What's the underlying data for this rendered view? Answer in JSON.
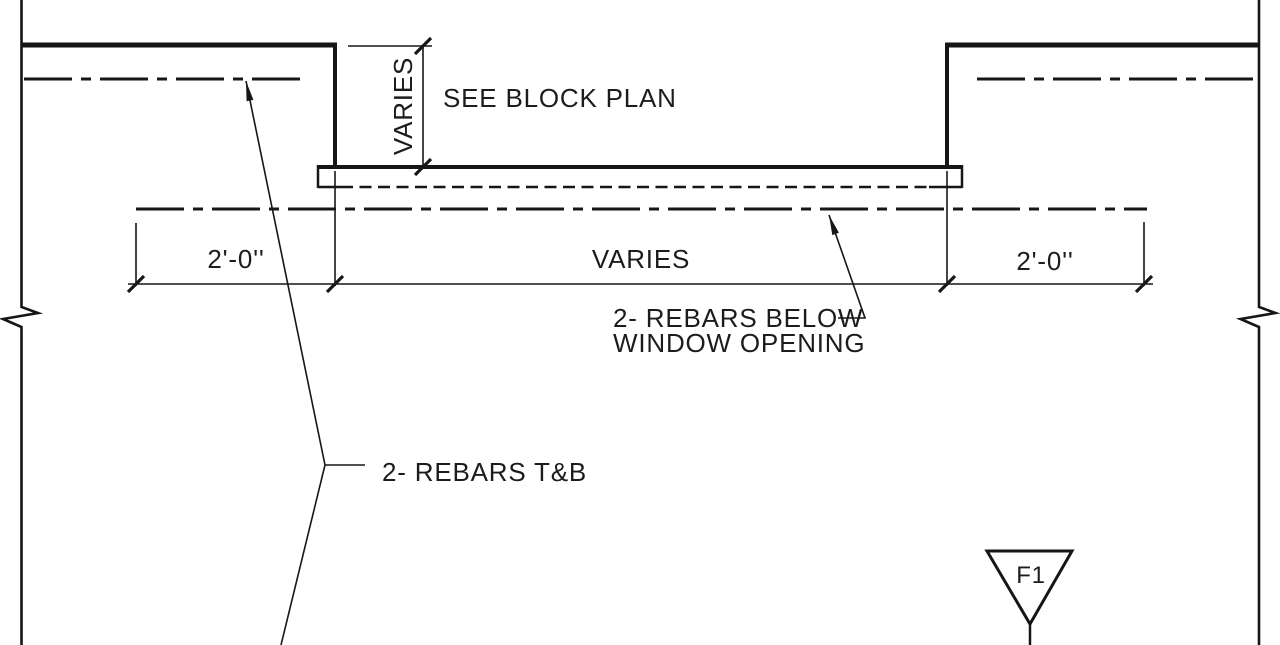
{
  "drawing": {
    "notes": {
      "see_block_plan": "SEE BLOCK PLAN",
      "rebars_below_line1": "2- REBARS BELOW",
      "rebars_below_line2": "WINDOW OPENING",
      "rebars_tb": "2- REBARS T&B"
    },
    "dimensions": {
      "sill_height": "VARIES",
      "left_pier": "2'-0''",
      "opening_width": "VARIES",
      "right_pier": "2'-0''"
    },
    "markers": {
      "footing": "F1"
    },
    "colors": {
      "line": "#161616",
      "background": "#ffffff"
    }
  }
}
